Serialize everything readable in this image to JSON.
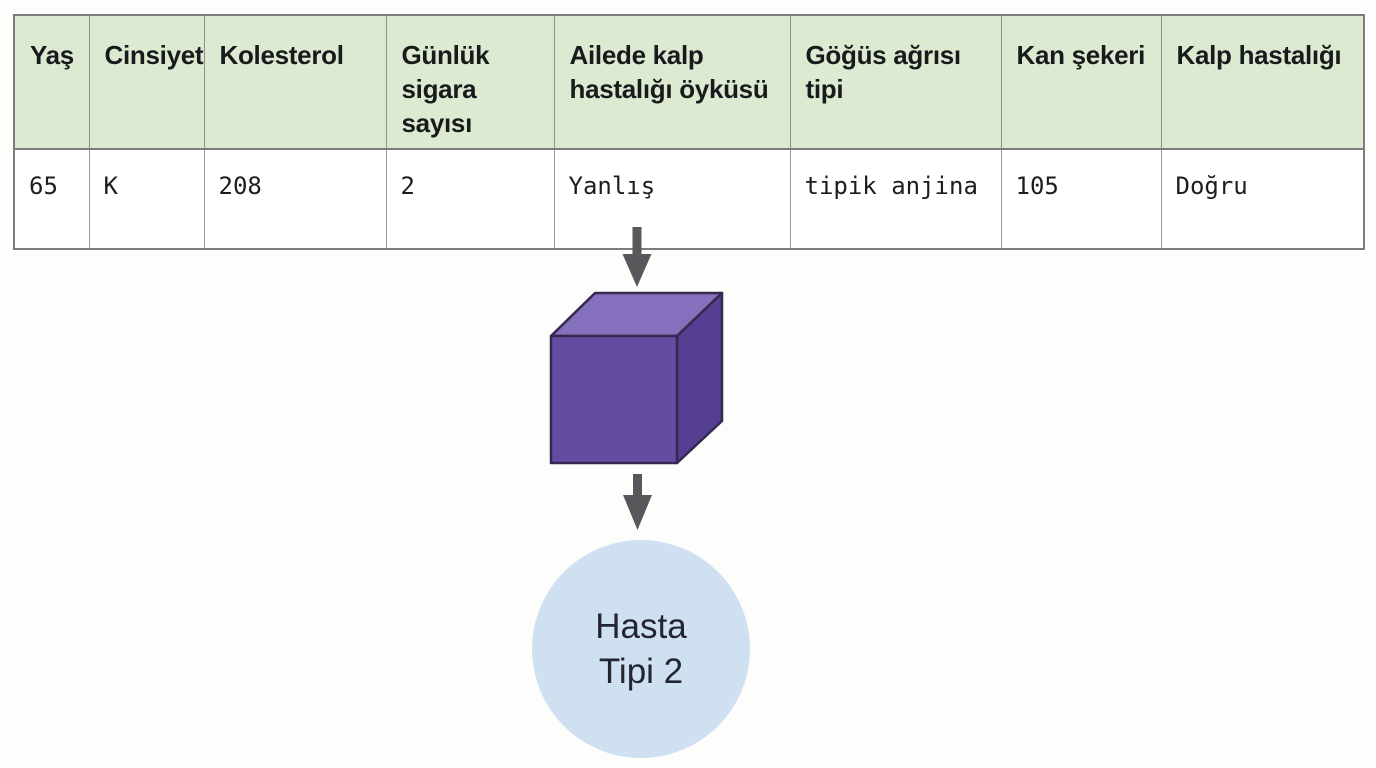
{
  "table": {
    "headers": [
      "Yaş",
      "Cinsiyet",
      "Kolesterol",
      "Günlük sigara sayısı",
      "Ailede kalp hastalığı öyküsü",
      "Göğüs ağrısı tipi",
      "Kan şekeri",
      "Kalp hastalığı"
    ],
    "row": [
      "65",
      "K",
      "208",
      "2",
      "Yanlış",
      "tipik anjina",
      "105",
      "Doğru"
    ]
  },
  "output_node": {
    "line1": "Hasta",
    "line2": "Tipi 2"
  },
  "colors": {
    "header_bg": "#dcead2",
    "table_border": "#7d7d7d",
    "arrow": "#58575b",
    "cube_front": "#654ca3",
    "cube_top": "#8570bd",
    "cube_right": "#553f92",
    "cube_outline": "#36284e",
    "circle_fill": "#cfe0f1",
    "text": "#191a1c"
  }
}
